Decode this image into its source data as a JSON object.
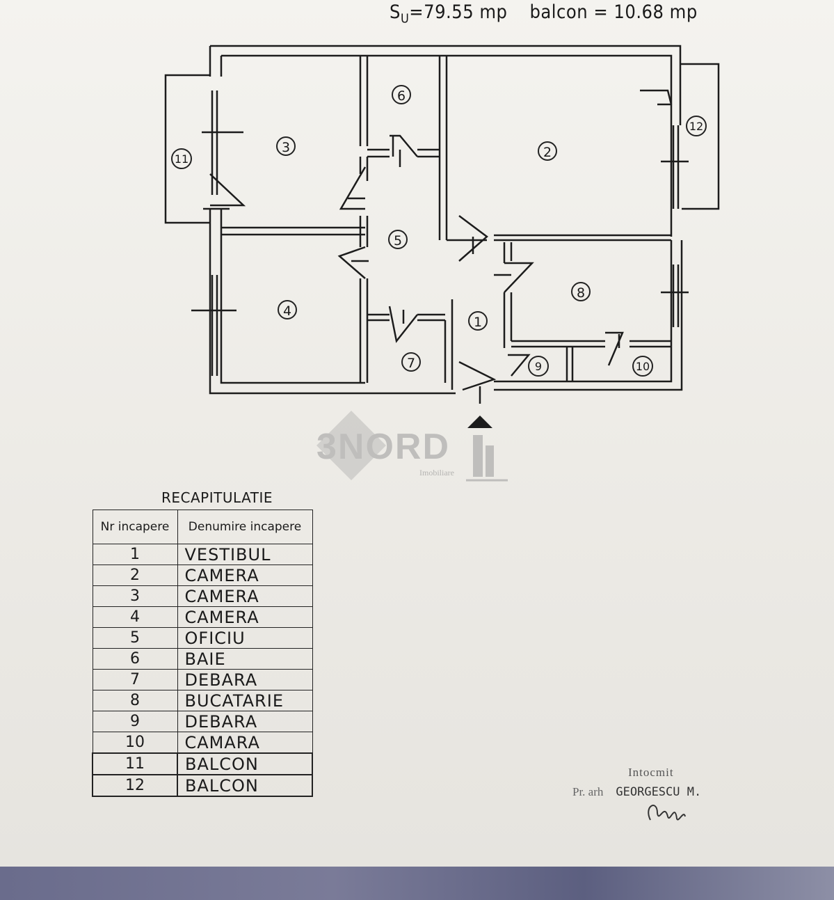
{
  "header": {
    "su_label": "S",
    "su_sub": "U",
    "su_value": "=79.55 mp",
    "balcon": "balcon = 10.68 mp"
  },
  "rooms": [
    "1",
    "2",
    "3",
    "4",
    "5",
    "6",
    "7",
    "8",
    "9",
    "10",
    "11",
    "12"
  ],
  "watermark": {
    "text": "3NORD",
    "sub": "Imobiliare"
  },
  "recap": {
    "title": "RECAPITULATIE",
    "col_nr": "Nr incapere",
    "col_name": "Denumire incapere",
    "rows": [
      {
        "nr": "1",
        "name": "VESTIBUL"
      },
      {
        "nr": "2",
        "name": "CAMERA"
      },
      {
        "nr": "3",
        "name": "CAMERA"
      },
      {
        "nr": "4",
        "name": "CAMERA"
      },
      {
        "nr": "5",
        "name": "OFICIU"
      },
      {
        "nr": "6",
        "name": "BAIE"
      },
      {
        "nr": "7",
        "name": "DEBARA"
      },
      {
        "nr": "8",
        "name": "BUCATARIE"
      },
      {
        "nr": "9",
        "name": "DEBARA"
      },
      {
        "nr": "10",
        "name": "CAMARA"
      },
      {
        "nr": "11",
        "name": "BALCON"
      },
      {
        "nr": "12",
        "name": "BALCON"
      }
    ]
  },
  "signature": {
    "top": "Intocmit",
    "prefix": "Pr. arh",
    "name": "GEORGESCU M."
  }
}
